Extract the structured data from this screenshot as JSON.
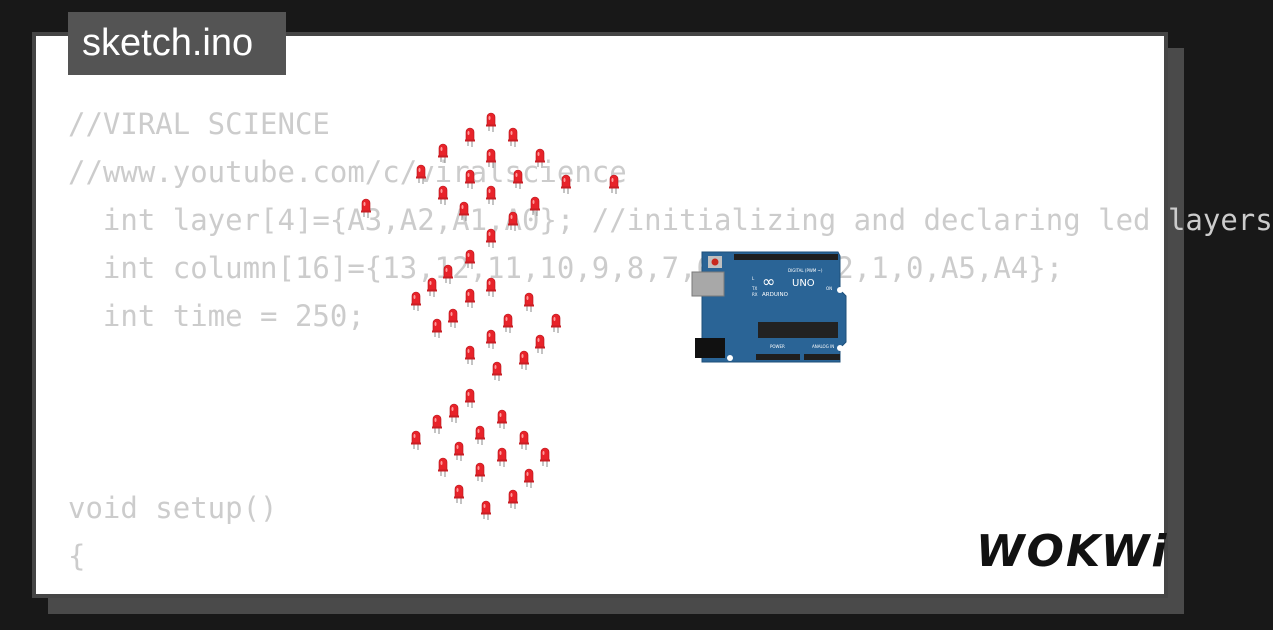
{
  "tab": {
    "filename": "sketch.ino"
  },
  "code_lines": [
    "//VIRAL SCIENCE",
    "//www.youtube.com/c/viralscience",
    "  int layer[4]={A3,A2,A1,A0}; //initializing and declaring led layers",
    "  int column[16]={13,12,11,10,9,8,7,6,5,4,3,2,1,0,A5,A4};",
    "  int time = 250;",
    "",
    "",
    "",
    "void setup()",
    "{"
  ],
  "board": {
    "model": "UNO",
    "brand": "ARDUINO",
    "header_digital": "DIGITAL (PWM ~)",
    "header_power": "POWER",
    "header_analog": "ANALOG IN",
    "label_tx": "TX",
    "label_rx": "RX",
    "label_on": "ON",
    "label_l": "L",
    "color": "#2a6496"
  },
  "led": {
    "color": "#e8232a"
  },
  "brand_logo": "WOKWi"
}
